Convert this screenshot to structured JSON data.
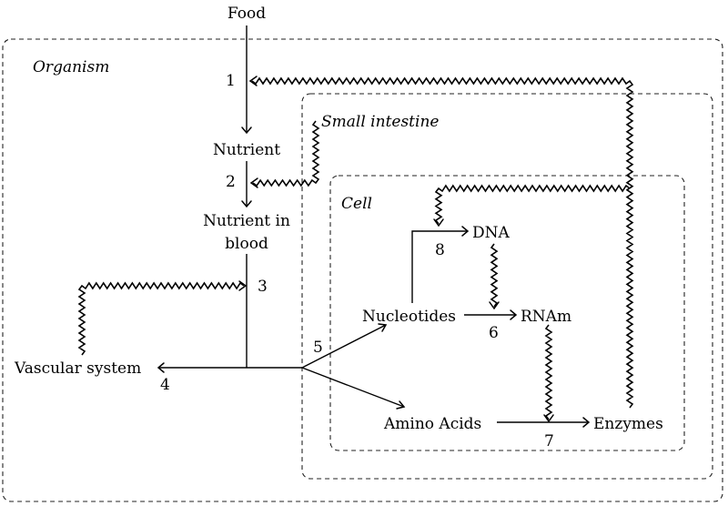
{
  "diagram": {
    "regions": {
      "organism": "Organism",
      "small_intestine": "Small intestine",
      "cell": "Cell"
    },
    "nodes": {
      "food": "Food",
      "nutrient": "Nutrient",
      "nutrient_in_blood_line1": "Nutrient in",
      "nutrient_in_blood_line2": "blood",
      "vascular_system": "Vascular system",
      "nucleotides": "Nucleotides",
      "dna": "DNA",
      "rnam": "RNAm",
      "amino_acids": "Amino Acids",
      "enzymes": "Enzymes"
    },
    "step_numbers": {
      "s1": "1",
      "s2": "2",
      "s3": "3",
      "s4": "4",
      "s5": "5",
      "s6": "6",
      "s7": "7",
      "s8": "8"
    }
  }
}
